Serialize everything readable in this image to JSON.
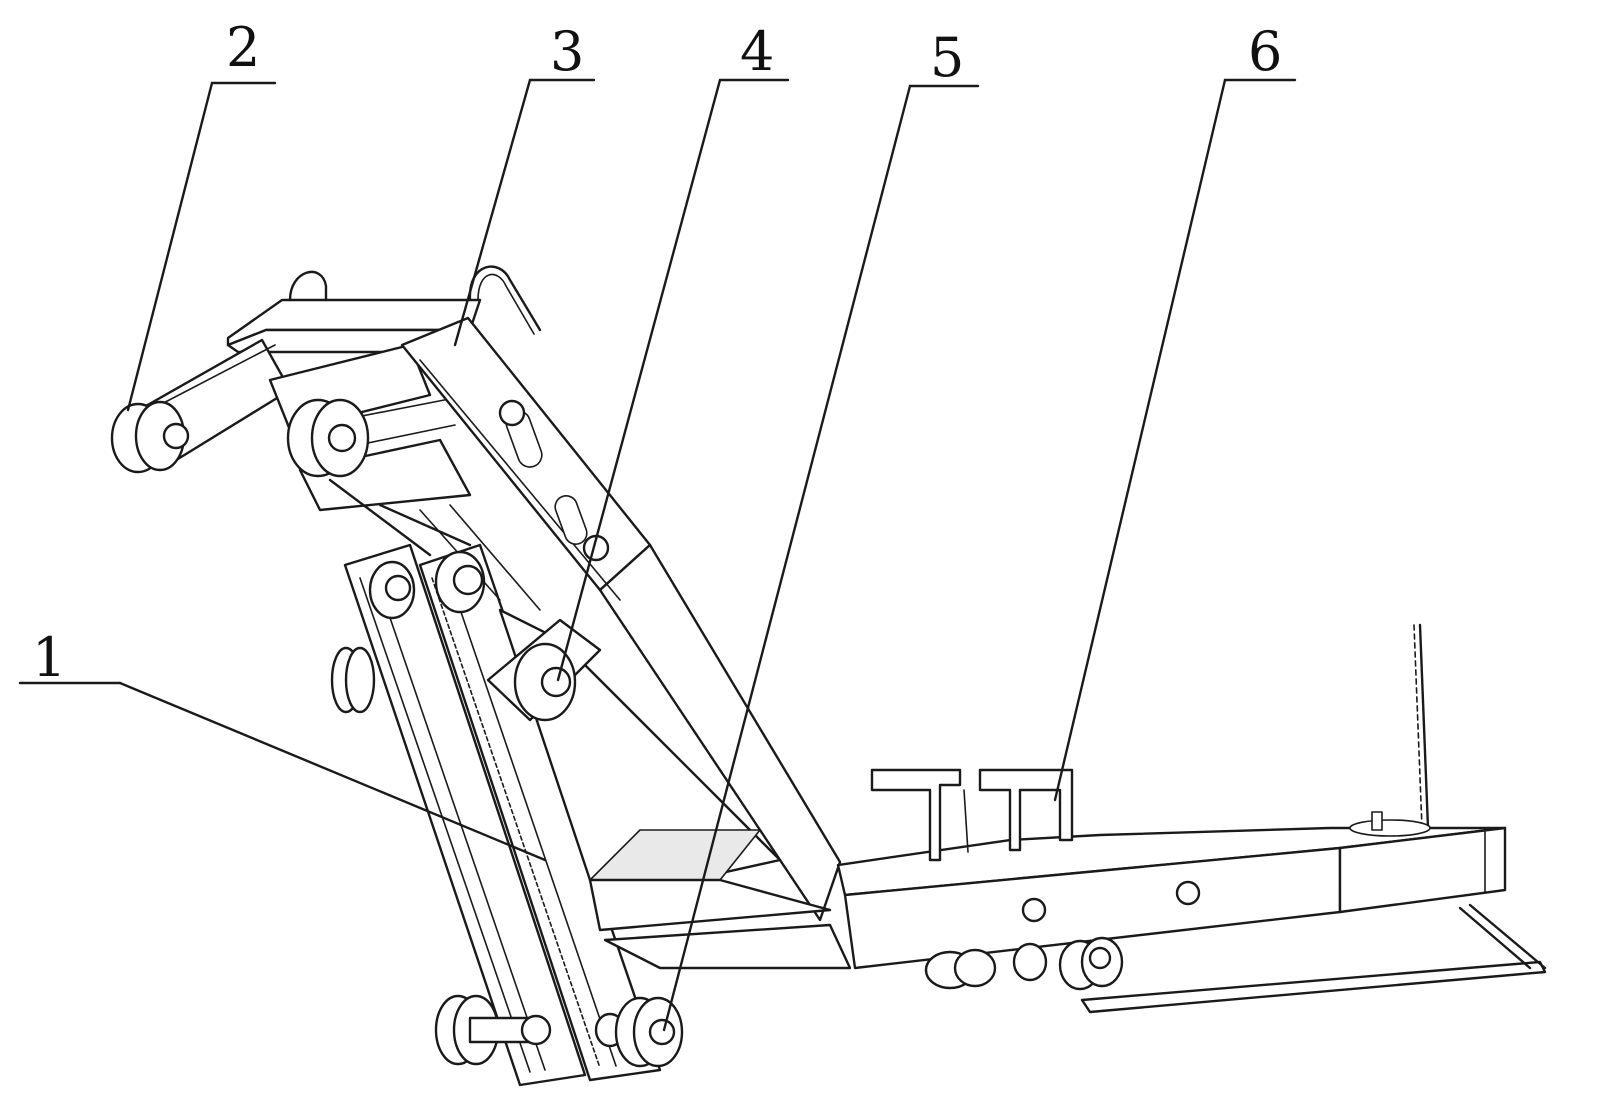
{
  "figure": {
    "labels": [
      {
        "id": "1",
        "text": "1"
      },
      {
        "id": "2",
        "text": "2"
      },
      {
        "id": "3",
        "text": "3"
      },
      {
        "id": "4",
        "text": "4"
      },
      {
        "id": "5",
        "text": "5"
      },
      {
        "id": "6",
        "text": "6"
      }
    ]
  },
  "colors": {
    "ink": "#1a1a1a",
    "background": "#ffffff",
    "shade": "#e9e9e9"
  }
}
